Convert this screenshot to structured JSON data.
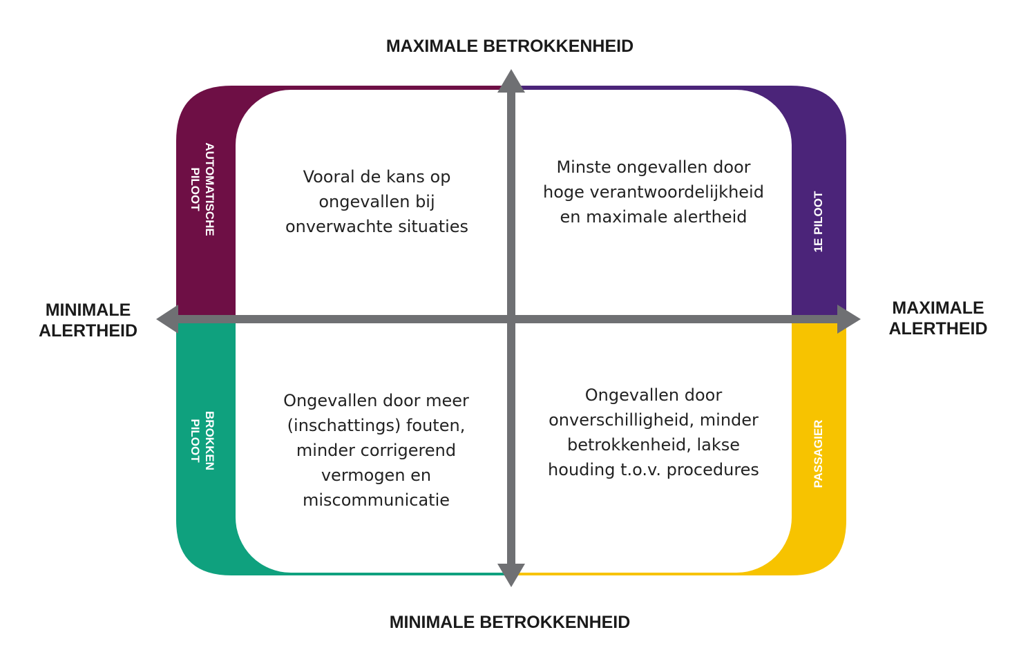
{
  "axes": {
    "top": "MAXIMALE BETROKKENHEID",
    "bottom": "MINIMALE BETROKKENHEID",
    "left": [
      "MINIMALE",
      "ALERTHEID"
    ],
    "right": [
      "MAXIMALE",
      "ALERTHEID"
    ]
  },
  "quadrants": {
    "top_left": "Vooral de kans op ongevallen bij onverwachte situaties",
    "top_right": "Minste ongevallen door hoge verantwoordelijkheid en maximale alertheid",
    "bottom_left": "Ongevallen door meer (inschattings) fouten, minder corrigerend vermogen en miscommunicatie",
    "bottom_right": "Ongevallen door onverschilligheid, minder betrokkenheid, lakse houding t.o.v. procedures"
  },
  "bands": {
    "top_left": [
      "AUTOMATISCHE",
      "PILOOT"
    ],
    "top_right": [
      "1E PILOOT"
    ],
    "bottom_left": [
      "BROKKEN",
      "PILOOT"
    ],
    "bottom_right": [
      "PASSAGIER"
    ]
  },
  "colors": {
    "top_left": "#6e0f45",
    "top_right": "#4b2479",
    "bottom_left": "#0fa17e",
    "bottom_right": "#f7c300",
    "axis": "#6f7073",
    "text": "#1a1a1a",
    "band_text": "#ffffff"
  }
}
